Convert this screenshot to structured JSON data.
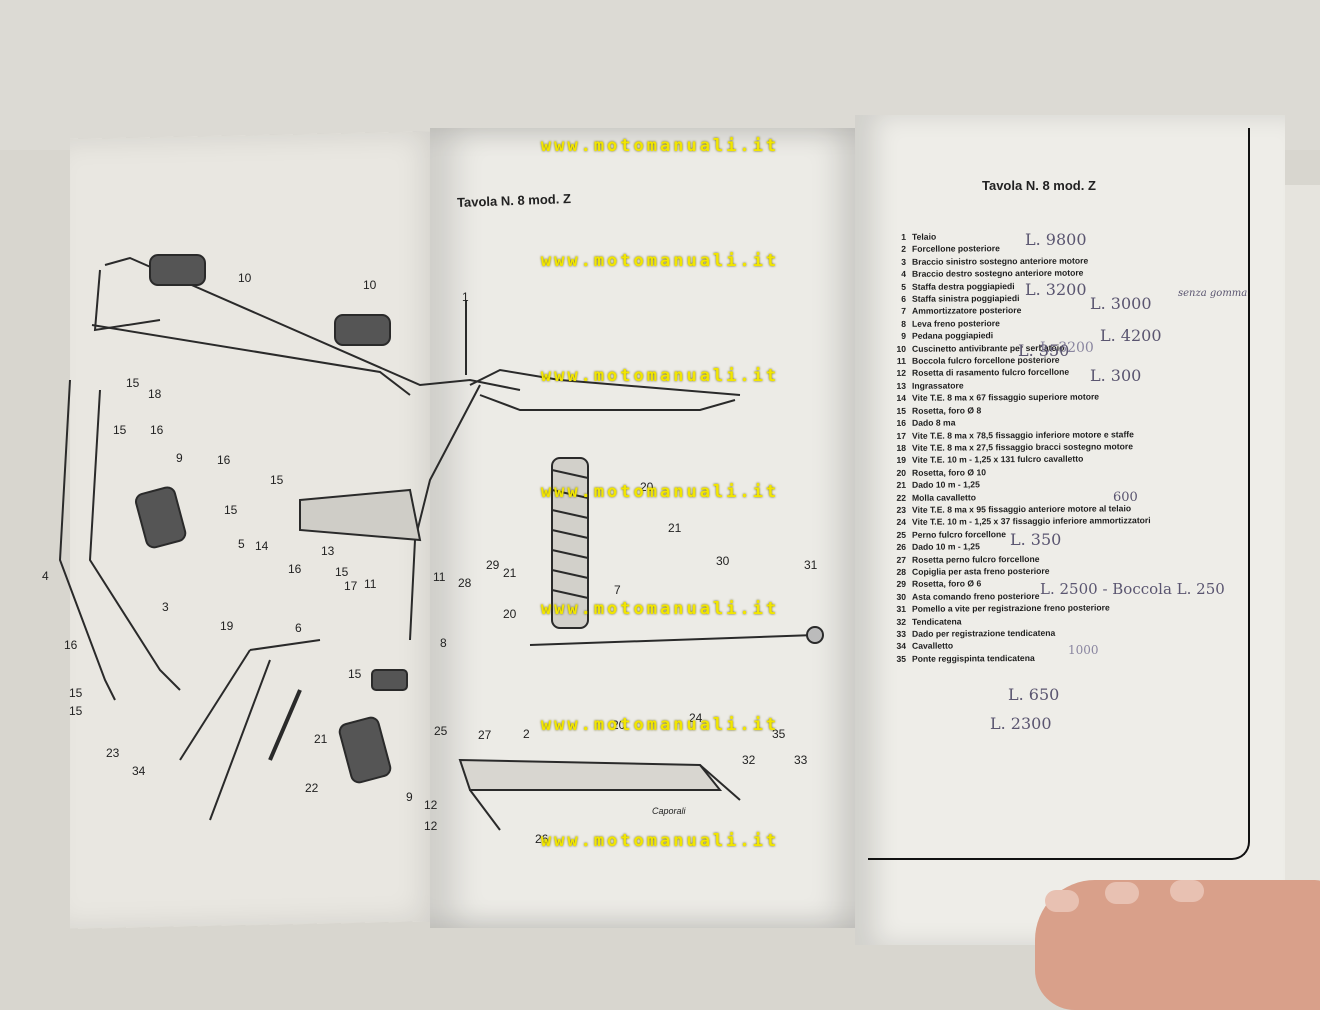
{
  "document": {
    "left_page_title": "Tavola N. 8 mod. Z",
    "right_page_title": "Tavola N. 8 mod. Z",
    "watermark_text": "www.motomanuali.it",
    "parts": [
      {
        "num": "1",
        "name": "Telaio"
      },
      {
        "num": "2",
        "name": "Forcellone posteriore"
      },
      {
        "num": "3",
        "name": "Braccio sinistro sostegno anteriore motore"
      },
      {
        "num": "4",
        "name": "Braccio destro sostegno anteriore motore"
      },
      {
        "num": "5",
        "name": "Staffa destra poggiapiedi"
      },
      {
        "num": "6",
        "name": "Staffa sinistra poggiapiedi"
      },
      {
        "num": "7",
        "name": "Ammortizzatore posteriore"
      },
      {
        "num": "8",
        "name": "Leva freno posteriore"
      },
      {
        "num": "9",
        "name": "Pedana poggiapiedi"
      },
      {
        "num": "10",
        "name": "Cuscinetto antivibrante per serbatoio"
      },
      {
        "num": "11",
        "name": "Boccola fulcro forcellone posteriore"
      },
      {
        "num": "12",
        "name": "Rosetta di rasamento fulcro forcellone"
      },
      {
        "num": "13",
        "name": "Ingrassatore"
      },
      {
        "num": "14",
        "name": "Vite T.E. 8 ma x 67 fissaggio superiore motore"
      },
      {
        "num": "15",
        "name": "Rosetta, foro Ø 8"
      },
      {
        "num": "16",
        "name": "Dado 8 ma"
      },
      {
        "num": "17",
        "name": "Vite T.E. 8 ma x 78,5 fissaggio inferiore motore e staffe"
      },
      {
        "num": "18",
        "name": "Vite T.E. 8 ma x 27,5 fissaggio bracci sostegno motore"
      },
      {
        "num": "19",
        "name": "Vite T.E. 10 m - 1,25 x 131 fulcro cavalletto"
      },
      {
        "num": "20",
        "name": "Rosetta, foro Ø 10"
      },
      {
        "num": "21",
        "name": "Dado 10 m - 1,25"
      },
      {
        "num": "22",
        "name": "Molla cavalletto"
      },
      {
        "num": "23",
        "name": "Vite T.E. 8 ma x 95 fissaggio anteriore motore al telaio"
      },
      {
        "num": "24",
        "name": "Vite T.E. 10 m - 1,25 x 37 fissaggio inferiore ammortizzatori"
      },
      {
        "num": "25",
        "name": "Perno fulcro forcellone"
      },
      {
        "num": "26",
        "name": "Dado 10 m - 1,25"
      },
      {
        "num": "27",
        "name": "Rosetta perno fulcro forcellone"
      },
      {
        "num": "28",
        "name": "Copiglia per asta freno posteriore"
      },
      {
        "num": "29",
        "name": "Rosetta, foro Ø 6"
      },
      {
        "num": "30",
        "name": "Asta comando freno posteriore"
      },
      {
        "num": "31",
        "name": "Pomello a vite per registrazione freno posteriore"
      },
      {
        "num": "32",
        "name": "Tendicatena"
      },
      {
        "num": "33",
        "name": "Dado per registrazione tendicatena"
      },
      {
        "num": "34",
        "name": "Cavalletto"
      },
      {
        "num": "35",
        "name": "Ponte reggispinta tendicatena"
      }
    ],
    "handwritten": {
      "n2": "L. 9800",
      "n5": "L. 3200",
      "n6": "L. 3000",
      "n6b": "senza gomma",
      "n7": "L. 3200",
      "n8": "L. 4200",
      "n9": "L. 350",
      "n11": "L. 300",
      "n19": "600",
      "n22": "L. 350",
      "n25": "L. 2500 - Boccola L. 250",
      "n30": "1000",
      "n32": "L. 650",
      "n34": "L. 2300"
    },
    "callouts": [
      "10",
      "10",
      "1",
      "15",
      "18",
      "15",
      "16",
      "9",
      "16",
      "15",
      "15",
      "14",
      "13",
      "5",
      "16",
      "15",
      "17",
      "11",
      "11",
      "4",
      "3",
      "16",
      "15",
      "15",
      "23",
      "19",
      "6",
      "15",
      "21",
      "34",
      "22",
      "9",
      "28",
      "29",
      "21",
      "20",
      "20",
      "21",
      "7",
      "30",
      "31",
      "8",
      "25",
      "27",
      "2",
      "20",
      "24",
      "26",
      "12",
      "12",
      "32",
      "35",
      "33",
      "Caporali"
    ]
  },
  "colors": {
    "watermark": "#f2e600",
    "ink": "#1e1e1e",
    "pencil": "#5a5570"
  }
}
